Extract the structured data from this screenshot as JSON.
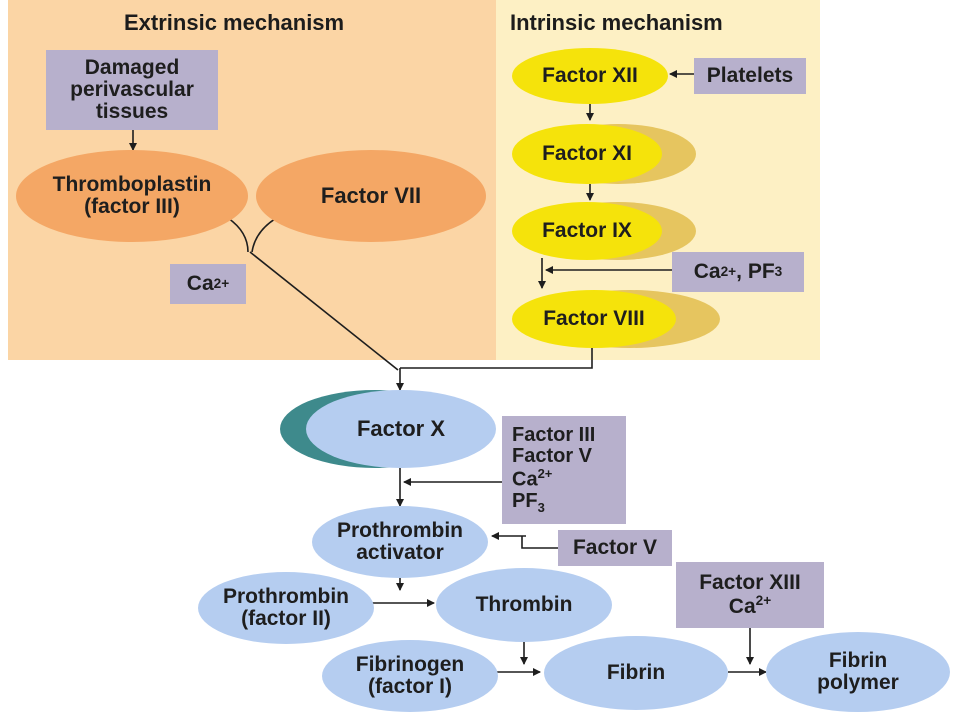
{
  "panels": {
    "extrinsic_title": "Extrinsic mechanism",
    "intrinsic_title": "Intrinsic mechanism"
  },
  "nodes": {
    "damaged": [
      "Damaged",
      "perivascular",
      "tissues"
    ],
    "thromboplastin": [
      "Thromboplastin",
      "(factor III)"
    ],
    "factor_vii": "Factor VII",
    "ca_ext": {
      "base": "Ca",
      "sup": "2+"
    },
    "factor_xii": "Factor XII",
    "platelets": "Platelets",
    "factor_xi": "Factor XI",
    "factor_ix": "Factor IX",
    "ca_pf3_int": {
      "base": "Ca",
      "sup": "2+",
      "mid": ", PF",
      "sub": "3"
    },
    "factor_viii": "Factor VIII",
    "factor_x": "Factor X",
    "cofactor_box": {
      "line1": "Factor III",
      "line2": "Factor V",
      "line3_base": "Ca",
      "line3_sup": "2+",
      "line4_base": "PF",
      "line4_sub": "3"
    },
    "prothrombin_activator": [
      "Prothrombin",
      "activator"
    ],
    "factor_v": "Factor V",
    "prothrombin": [
      "Prothrombin",
      "(factor II)"
    ],
    "thrombin": "Thrombin",
    "factor_xiii_box": {
      "line1": "Factor XIII",
      "line2_base": "Ca",
      "line2_sup": "2+"
    },
    "fibrinogen": [
      "Fibrinogen",
      "(factor I)"
    ],
    "fibrin": "Fibrin",
    "fibrin_polymer": [
      "Fibrin",
      "polymer"
    ]
  },
  "colors": {
    "extrinsic_panel": "#fbd5a5",
    "intrinsic_panel": "#fdf0c4",
    "orange_ellipse": "#f4a765",
    "yellow_ellipse": "#f5e30b",
    "blue_ellipse": "#b5cdf0",
    "teal_shadow": "#3e8a8c",
    "label_box": "#b7b0cc"
  }
}
